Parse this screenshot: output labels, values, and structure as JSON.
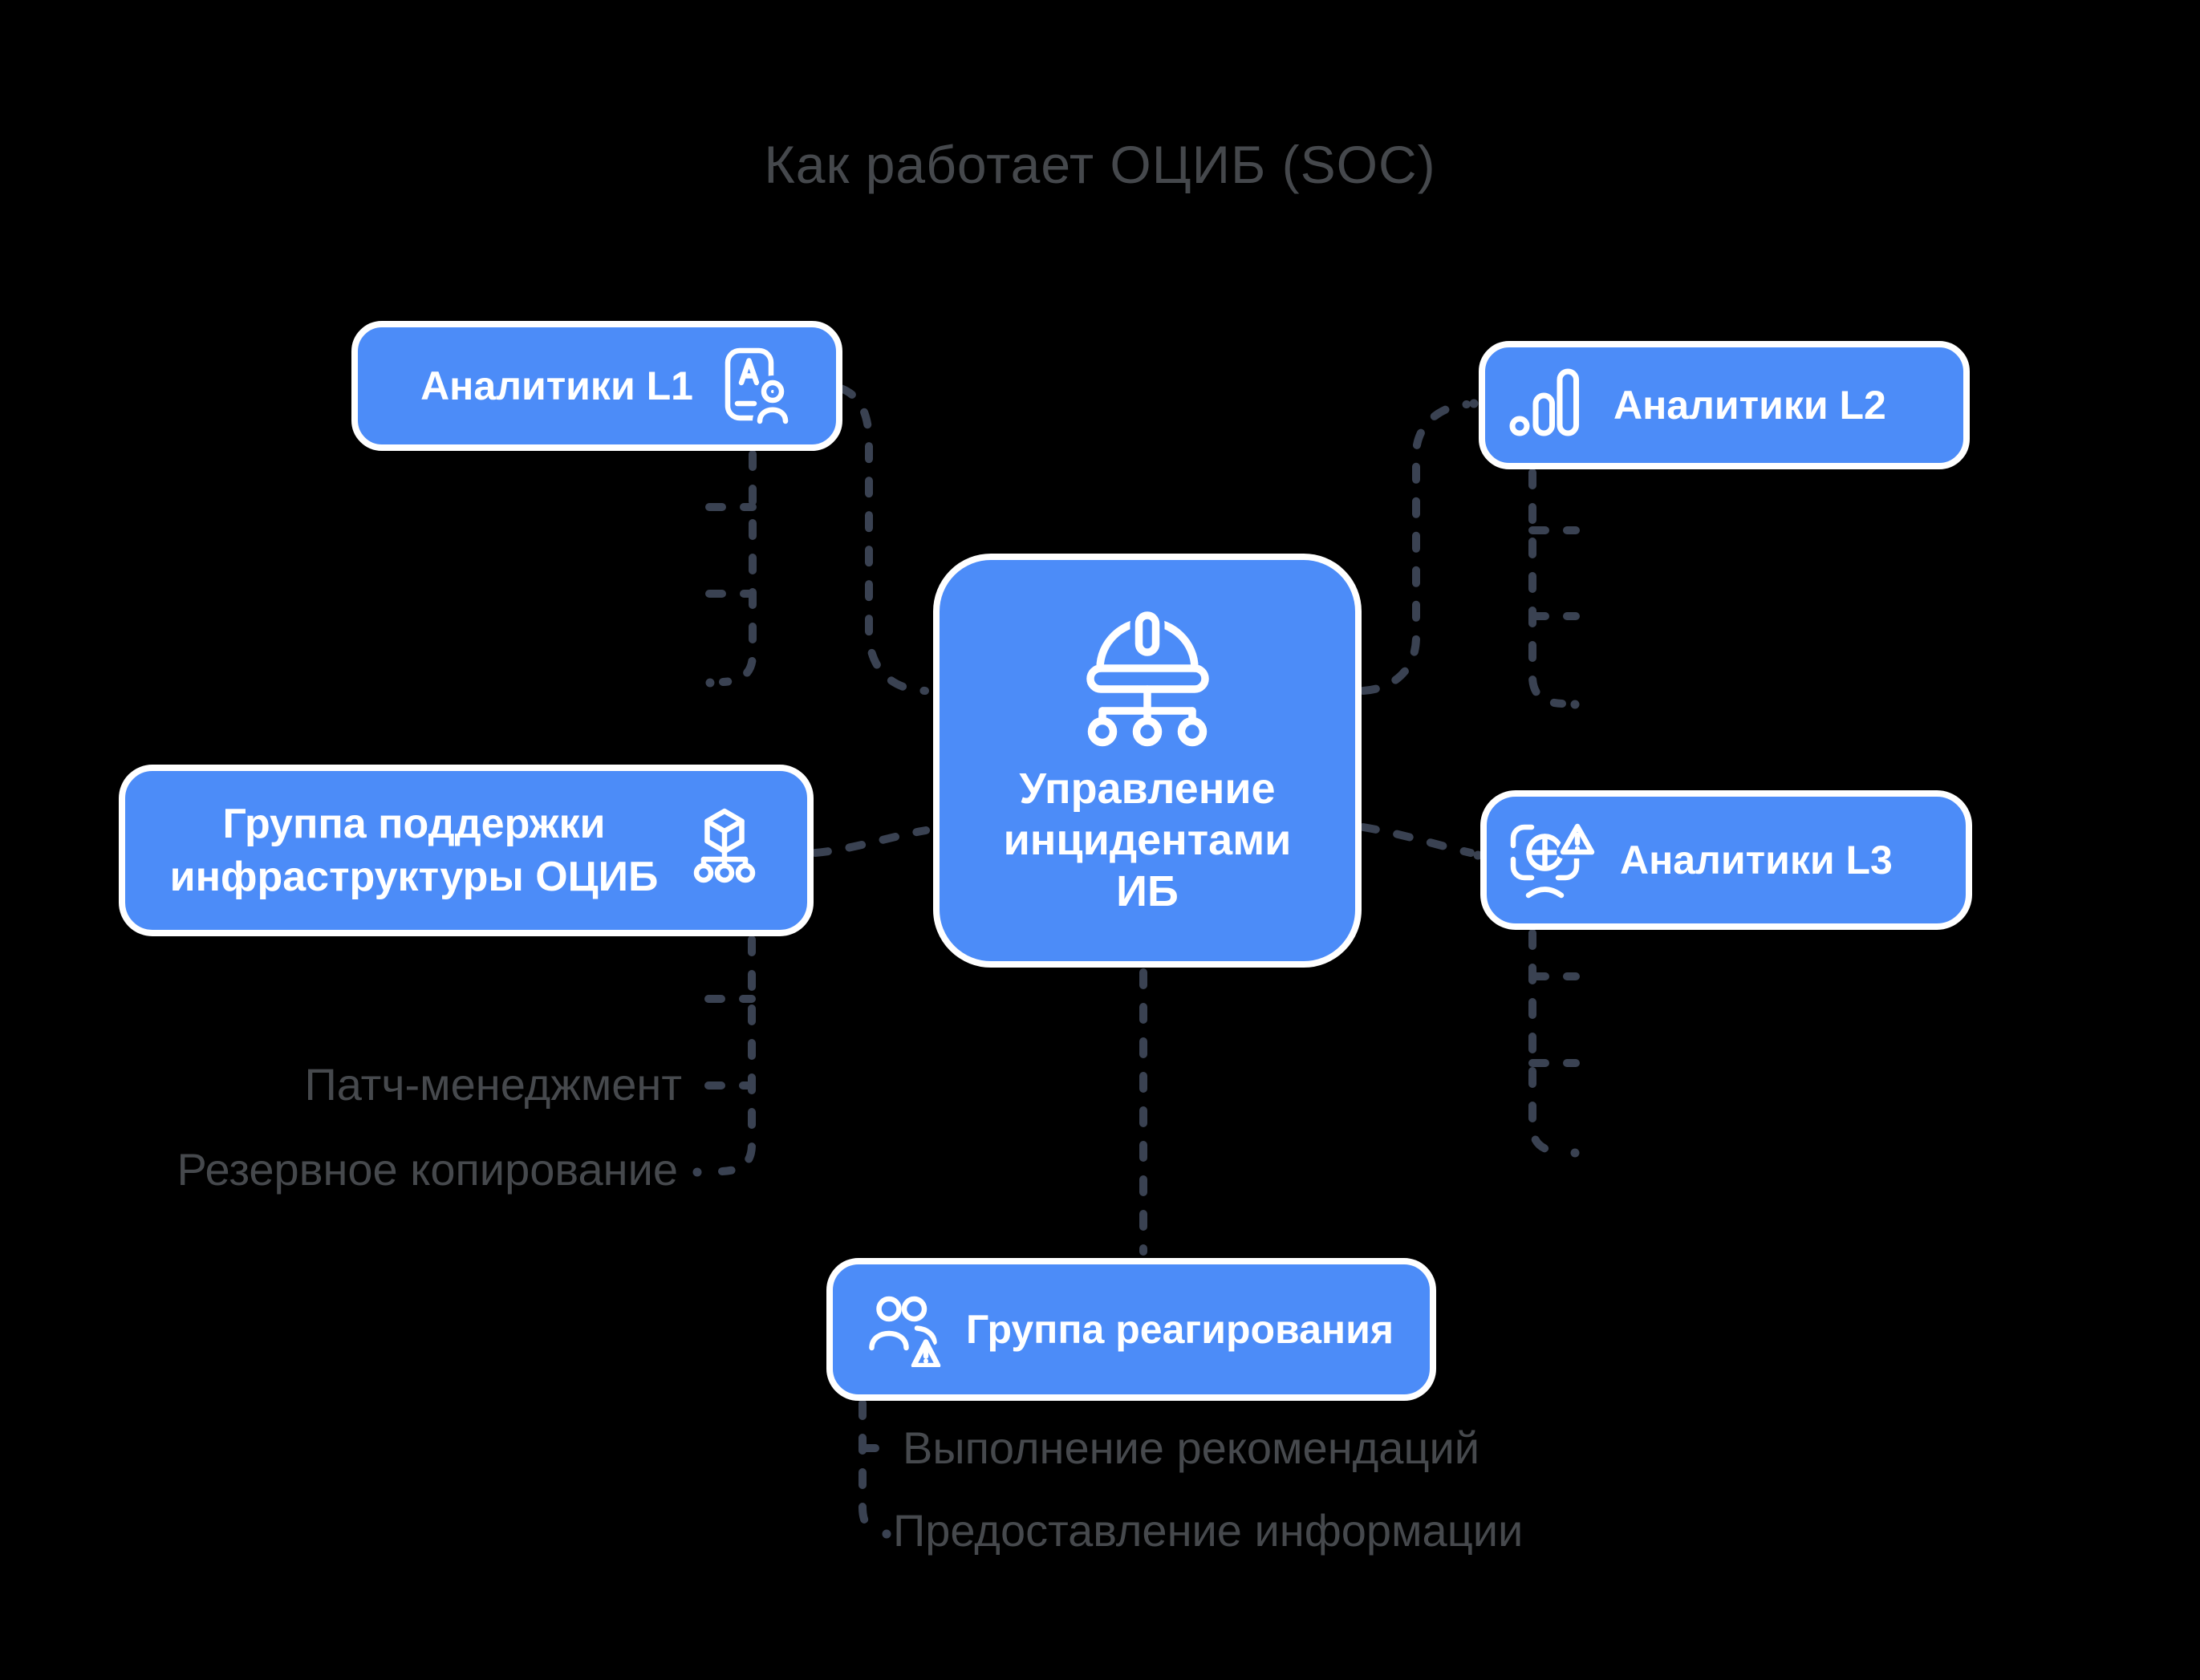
{
  "title": "Как работает ОЦИБ (SOC)",
  "colors": {
    "background": "#000000",
    "node_fill": "#4C8CF8",
    "node_border": "#FFFFFF",
    "node_text": "#FFFFFF",
    "connector": "#3A4252",
    "muted_text": "#46494D"
  },
  "nodes": {
    "analysts_l1": {
      "label": "Аналитики L1",
      "icon": "id-card-user"
    },
    "analysts_l2": {
      "label": "Аналитики L2",
      "icon": "bar-chart"
    },
    "analysts_l3": {
      "label": "Аналитики L3",
      "icon": "face-scan-alert"
    },
    "incident_management": {
      "lines": [
        "Управление",
        "инцидентами",
        "ИБ"
      ],
      "icon": "helmet-org-chart"
    },
    "infrastructure_support": {
      "lines": [
        "Группа поддержки",
        "инфраструктуры ОЦИБ"
      ],
      "icon": "cube-org-chart",
      "sub_items": [
        "Патч-менеджмент",
        "Резервное копирование"
      ]
    },
    "response_team": {
      "label": "Группа реагирования",
      "icon": "users-alert",
      "sub_items": [
        "Выполнение рекомендаций",
        "Предоставление информации"
      ]
    }
  }
}
